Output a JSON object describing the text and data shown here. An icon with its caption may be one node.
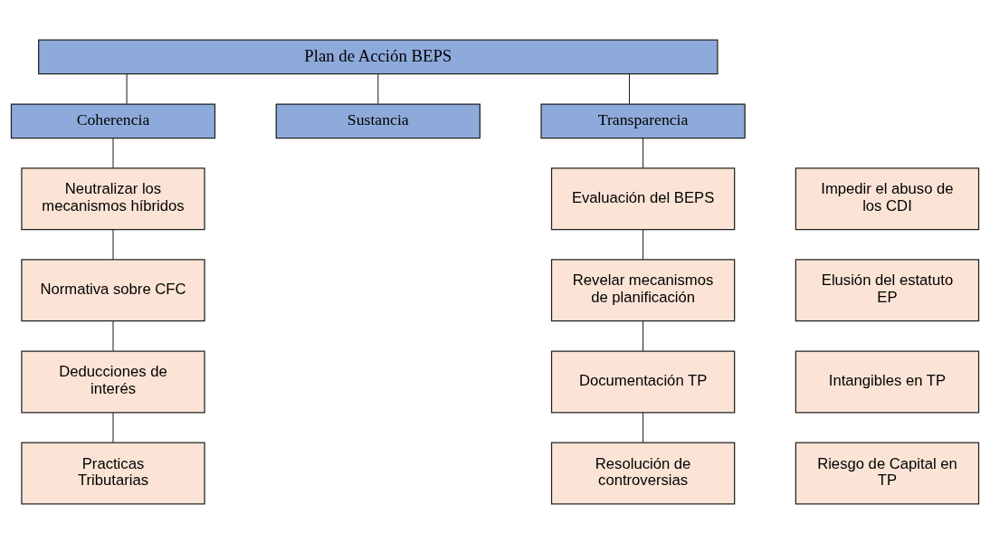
{
  "diagram": {
    "nodes": [
      {
        "text": [
          "Plan de Acción BEPS"
        ]
      },
      {
        "text": [
          "Coherencia"
        ]
      },
      {
        "text": [
          "Sustancia"
        ]
      },
      {
        "text": [
          "Transparencia"
        ]
      },
      {
        "text": [
          "Neutralizar los mecanismos híbridos"
        ]
      },
      {
        "text": [
          "Normativa sobre CFC"
        ]
      },
      {
        "text": [
          "Deducciones de interés"
        ]
      },
      {
        "text": [
          "Practicas Tributarias"
        ]
      },
      {
        "text": [
          "Impedir el abuso de los CDI"
        ]
      },
      {
        "text": [
          "Elusión del estatuto EP"
        ]
      },
      {
        "text": [
          "Intangibles en TP"
        ]
      },
      {
        "text": [
          "Riesgo de Capital en TP"
        ]
      },
      {
        "text": [
          "Evaluación del BEPS"
        ]
      },
      {
        "text": [
          "Revelar mecanismos de planificación"
        ]
      },
      {
        "text": [
          "Documentación TP"
        ]
      },
      {
        "text": [
          "Resolución de controversias"
        ]
      }
    ],
    "edges": [
      {
        "from": 0,
        "to": 1,
        "arrow": "none"
      },
      {
        "from": 0,
        "to": 2,
        "arrow": "none"
      },
      {
        "from": 0,
        "to": 3,
        "arrow": "none"
      },
      {
        "from": 1,
        "to": 4,
        "arrow": "none"
      },
      {
        "from": 4,
        "to": 5,
        "arrow": "none"
      },
      {
        "from": 5,
        "to": 6,
        "arrow": "none"
      },
      {
        "from": 6,
        "to": 7,
        "arrow": "none"
      },
      {
        "from": 3,
        "to": 12,
        "arrow": "none"
      },
      {
        "from": 12,
        "to": 13,
        "arrow": "none"
      },
      {
        "from": 13,
        "to": 14,
        "arrow": "none"
      },
      {
        "from": 14,
        "to": 15,
        "arrow": "none"
      }
    ]
  }
}
